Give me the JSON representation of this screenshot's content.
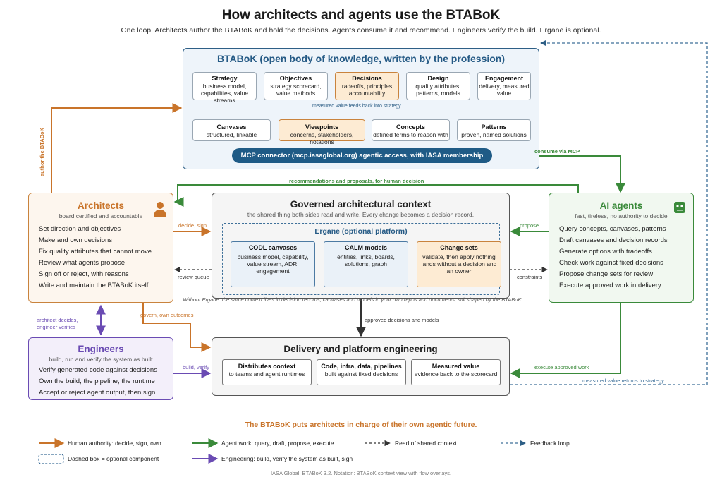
{
  "title": "How architects and agents use the BTABoK",
  "subtitle": "One loop. Architects author the BTABoK and hold the decisions. Agents consume it and recommend. Engineers verify the build. Ergane is optional.",
  "btabok": {
    "title": "BTABoK (open body of knowledge, written by the profession)",
    "row1": [
      {
        "title": "Strategy",
        "desc": "business model, capabilities, value streams"
      },
      {
        "title": "Objectives",
        "desc": "strategy scorecard, value methods"
      },
      {
        "title": "Decisions",
        "desc": "tradeoffs, principles, accountability"
      },
      {
        "title": "Design",
        "desc": "quality attributes, patterns, models"
      },
      {
        "title": "Engagement",
        "desc": "delivery, measured value"
      }
    ],
    "feedback_label": "measured value feeds back into strategy",
    "row2": [
      {
        "title": "Canvases",
        "desc": "structured, linkable"
      },
      {
        "title": "Viewpoints",
        "desc": "concerns, stakeholders, notations"
      },
      {
        "title": "Concepts",
        "desc": "defined terms to reason with"
      },
      {
        "title": "Patterns",
        "desc": "proven, named solutions"
      }
    ],
    "mcp": "MCP connector (mcp.iasaglobal.org) agentic access, with IASA membership"
  },
  "architects": {
    "title": "Architects",
    "subtitle": "board certified and accountable",
    "items": [
      "Set direction and objectives",
      "Make and own decisions",
      "Fix quality attributes that cannot move",
      "Review what agents propose",
      "Sign off or reject, with reasons",
      "Write and maintain the BTABoK itself"
    ]
  },
  "agents": {
    "title": "AI agents",
    "subtitle": "fast, tireless, no authority to decide",
    "items": [
      "Query concepts, canvases, patterns",
      "Draft canvases and decision records",
      "Generate options with tradeoffs",
      "Check work against fixed decisions",
      "Propose change sets for review",
      "Execute approved work in delivery"
    ]
  },
  "engineers": {
    "title": "Engineers",
    "subtitle": "build, run and verify the system as built",
    "items": [
      "Verify generated code against decisions",
      "Own the build, the pipeline, the runtime",
      "Accept or reject agent output, then sign"
    ]
  },
  "governed": {
    "title": "Governed architectural context",
    "subtitle": "the shared thing both sides read and write. Every change becomes a decision record.",
    "ergane_title": "Ergane (optional platform)",
    "cards": [
      {
        "title": "CODL canvases",
        "desc": "business model, capability, value stream, ADR, engagement"
      },
      {
        "title": "CALM models",
        "desc": "entities, links, boards, solutions, graph"
      },
      {
        "title": "Change sets",
        "desc": "validate, then apply nothing lands without a decision and an owner"
      }
    ],
    "note": "Without Ergane: the same context lives in decision records, canvases and models in your own repos and documents, still shaped by the BTABoK."
  },
  "delivery": {
    "title": "Delivery and platform engineering",
    "cards": [
      {
        "title": "Distributes context",
        "desc": "to teams and agent runtimes"
      },
      {
        "title": "Code, infra, data, pipelines",
        "desc": "built against fixed decisions"
      },
      {
        "title": "Measured value",
        "desc": "evidence back to the scorecard"
      }
    ]
  },
  "labels": {
    "author": "author the BTABoK",
    "consume": "consume via MCP",
    "recommendations": "recommendations and proposals, for human decision",
    "decide_sign": "decide, sign",
    "review_queue": "review queue",
    "propose": "propose",
    "constraints": "constraints",
    "govern": "govern, own outcomes",
    "architect_decides": "architect decides,",
    "engineer_verifies": "engineer verifies",
    "approved": "approved decisions and models",
    "build_verify": "build, verify",
    "execute": "execute approved work",
    "measured_returns": "measured value returns to strategy"
  },
  "tagline": "The BTABoK puts architects in charge of their own agentic future.",
  "legend": {
    "human": "Human authority: decide, sign, own",
    "agent": "Agent work: query, draft, propose, execute",
    "read": "Read of shared context",
    "feedback": "Feedback loop",
    "dashed": "Dashed box = optional component",
    "engineering": "Engineering: build, verify the system as built, sign"
  },
  "footer": "IASA Global. BTABoK 3.2. Notation: BTABoK context view with flow overlays.",
  "colors": {
    "human": "#c9742a",
    "agent": "#3a8a3a",
    "engineering": "#6a4bb3",
    "feedback": "#3d6f99",
    "btabok": "#1f5b86"
  },
  "icons": {
    "architects": "person-icon",
    "agents": "robot-icon"
  }
}
